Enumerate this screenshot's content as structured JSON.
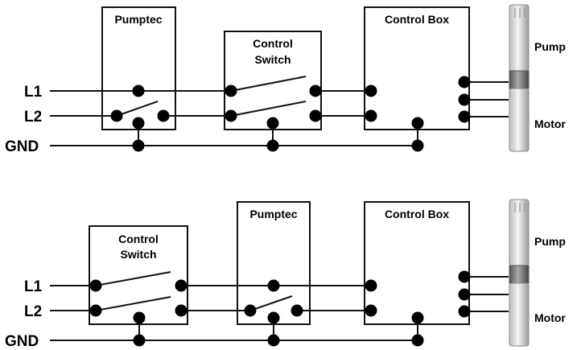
{
  "line_labels": {
    "l1": "L1",
    "l2": "L2",
    "gnd": "GND"
  },
  "top_diagram": {
    "pumptec": "Pumptec",
    "control_switch_line1": "Control",
    "control_switch_line2": "Switch",
    "control_box": "Control Box",
    "pump": "Pump",
    "motor": "Motor"
  },
  "bottom_diagram": {
    "control_switch_line1": "Control",
    "control_switch_line2": "Switch",
    "pumptec": "Pumptec",
    "control_box": "Control Box",
    "pump": "Pump",
    "motor": "Motor"
  },
  "colors": {
    "wire": "#111111",
    "pump_body": "#d8d8d8",
    "pump_band": "#7a7a7a"
  }
}
